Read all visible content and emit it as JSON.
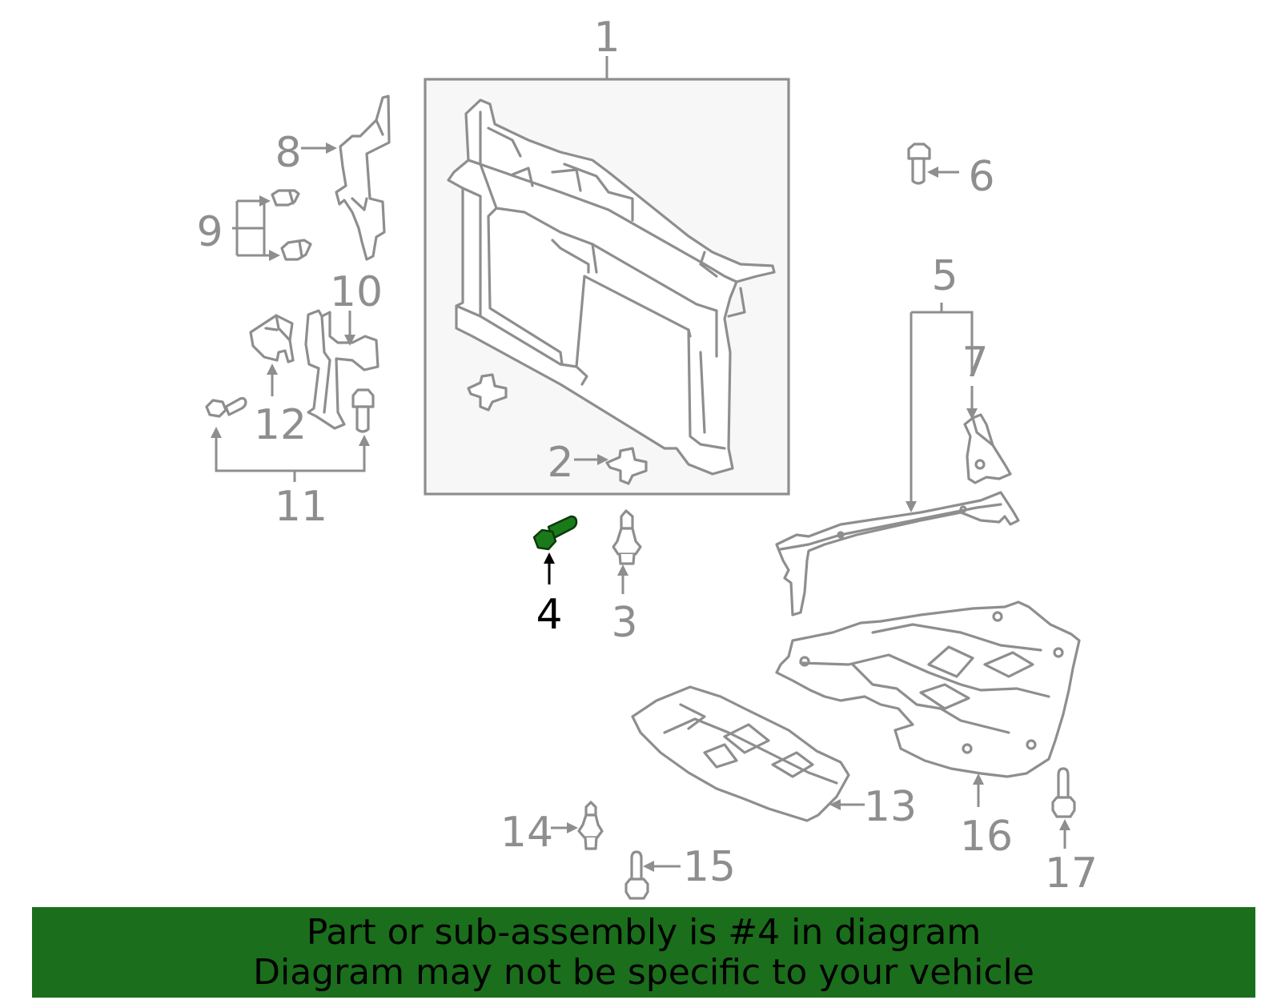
{
  "diagram": {
    "callouts": [
      "1",
      "2",
      "3",
      "4",
      "5",
      "6",
      "7",
      "8",
      "9",
      "10",
      "11",
      "12",
      "13",
      "14",
      "15",
      "16",
      "17"
    ],
    "highlighted_part": "4",
    "colors": {
      "line": "#8e8e8e",
      "highlight_part": "#1a7a1a",
      "highlight_label": "#000000",
      "assembly_box_fill": "#f7f7f7",
      "banner": "#1b6e1b"
    }
  },
  "banner": {
    "line1": "Part or sub-assembly is #4 in diagram",
    "line2": "Diagram may not be specific to your vehicle"
  }
}
